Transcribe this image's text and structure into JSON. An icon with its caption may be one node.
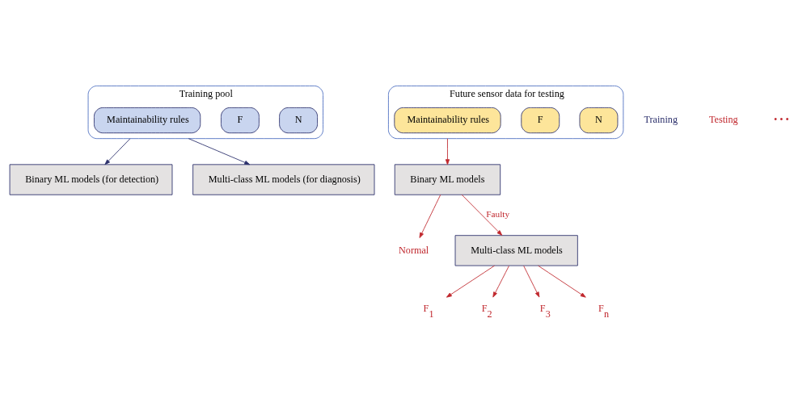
{
  "diagram": {
    "nodes": [
      {
        "text": [
          "Training pool"
        ]
      },
      {
        "text": [
          "N"
        ],
        "in": 0
      },
      {
        "text": [
          "F"
        ],
        "in": 0
      },
      {
        "text": [
          "Maintainability rules"
        ],
        "in": 0
      },
      {
        "text": [
          "Binary ML models (for detection)"
        ]
      },
      {
        "text": [
          "Multi-class ML models (for diagnosis)"
        ]
      },
      {
        "text": [
          "Future sensor data for testing"
        ]
      },
      {
        "text": [
          "N"
        ],
        "in": 6
      },
      {
        "text": [
          "F"
        ],
        "in": 6
      },
      {
        "text": [
          "Maintainability rules"
        ],
        "in": 6
      },
      {
        "text": [
          "Binary ML models"
        ]
      },
      {
        "text": [
          "Normal"
        ]
      },
      {
        "text": [
          "Multi-class ML models"
        ]
      },
      {
        "text": [
          "F$_{1}$"
        ]
      },
      {
        "text": [
          "F$_{2}$"
        ]
      },
      {
        "text": [
          "F$_{3}$"
        ]
      },
      {
        "text": [
          "F$_{n}$"
        ]
      }
    ],
    "edges": [
      {
        "from": 0,
        "to": 4,
        "arrow": "to",
        "color": "#2b2f6b"
      },
      {
        "from": 0,
        "to": 5,
        "arrow": "to",
        "color": "#2b2f6b"
      },
      {
        "from": 6,
        "to": 10,
        "arrow": "to",
        "color": "#c0272d"
      },
      {
        "from": 10,
        "to": 12,
        "arrow": "to",
        "label": "Faulty",
        "color": "#c0272d"
      },
      {
        "from": 10,
        "to": 11,
        "arrow": "to",
        "color": "#c0272d"
      },
      {
        "from": 12,
        "to": 13,
        "arrow": "to",
        "color": "#c0272d"
      },
      {
        "from": 12,
        "to": 14,
        "arrow": "to",
        "color": "#c0272d"
      },
      {
        "from": 12,
        "to": 15,
        "arrow": "to",
        "color": "#c0272d"
      },
      {
        "from": 12,
        "to": 16,
        "arrow": "to",
        "color": "#c0272d"
      }
    ],
    "labels": [
      "Training",
      "Testing",
      "• • •"
    ]
  }
}
